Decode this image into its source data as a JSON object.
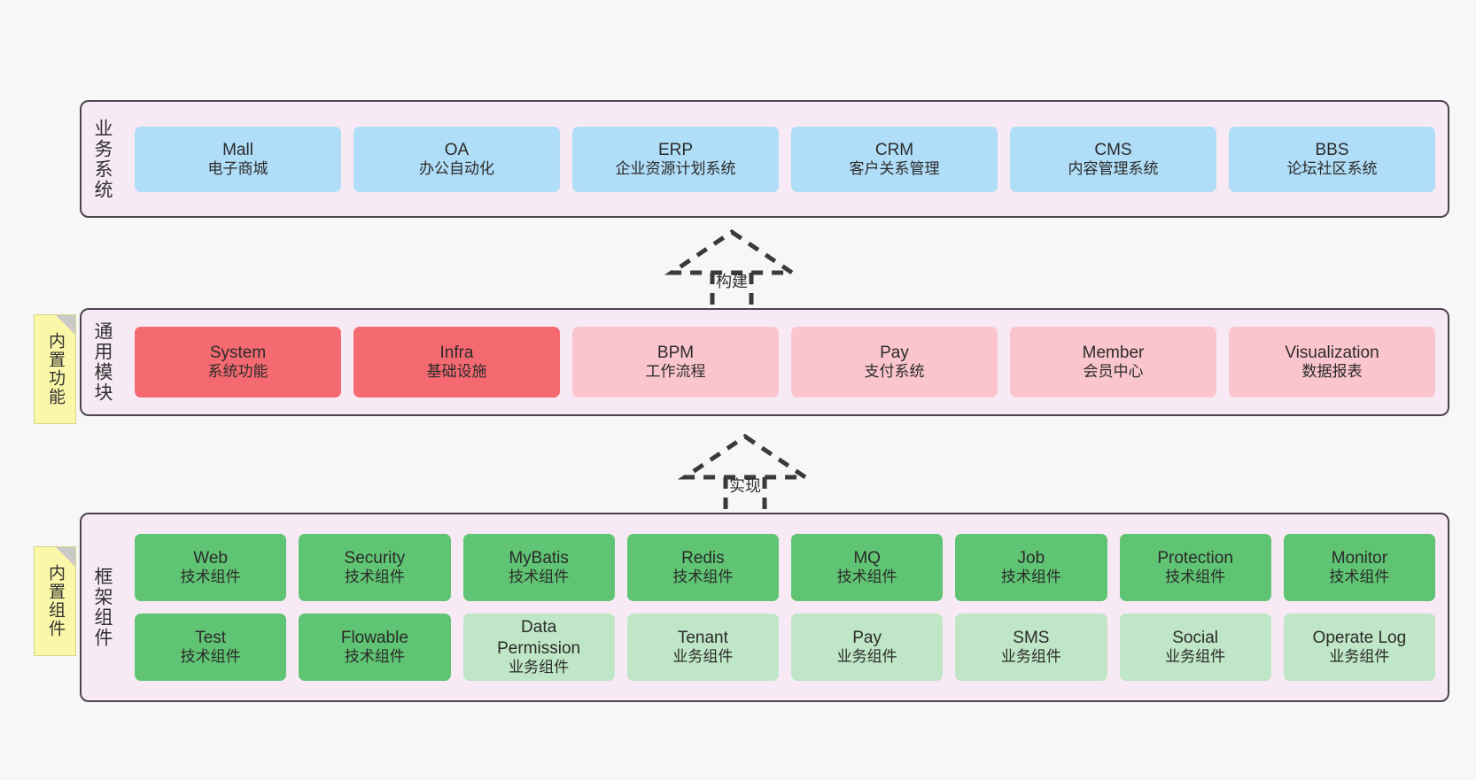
{
  "diagram": {
    "title": "Layered system architecture",
    "background": "#f7f7f7",
    "colors": {
      "layer_bg": "#f8eaf4",
      "layer_border": "#4d4450",
      "blue": "#b0ddf7",
      "red": "#f46a70",
      "pink_light": "#fbc5cd",
      "green": "#5fc473",
      "green_light": "#bfe6c6",
      "note_yellow": "#fbf7a8",
      "note_fold": "#c9c9c9"
    }
  },
  "layers": [
    {
      "id": "business",
      "title": "业务系统",
      "rows": [
        {
          "cards": [
            {
              "en": "Mall",
              "cn": "电子商城",
              "style": "c-blue"
            },
            {
              "en": "OA",
              "cn": "办公自动化",
              "style": "c-blue"
            },
            {
              "en": "ERP",
              "cn": "企业资源计划系统",
              "style": "c-blue"
            },
            {
              "en": "CRM",
              "cn": "客户关系管理",
              "style": "c-blue"
            },
            {
              "en": "CMS",
              "cn": "内容管理系统",
              "style": "c-blue"
            },
            {
              "en": "BBS",
              "cn": "论坛社区系统",
              "style": "c-blue"
            }
          ]
        }
      ]
    },
    {
      "id": "common",
      "title": "通用模块",
      "note": "内置功能",
      "rows": [
        {
          "cards": [
            {
              "en": "System",
              "cn": "系统功能",
              "style": "c-red"
            },
            {
              "en": "Infra",
              "cn": "基础设施",
              "style": "c-red"
            },
            {
              "en": "BPM",
              "cn": "工作流程",
              "style": "c-pinklight"
            },
            {
              "en": "Pay",
              "cn": "支付系统",
              "style": "c-pinklight"
            },
            {
              "en": "Member",
              "cn": "会员中心",
              "style": "c-pinklight"
            },
            {
              "en": "Visualization",
              "cn": "数据报表",
              "style": "c-pinklight"
            }
          ]
        }
      ]
    },
    {
      "id": "framework",
      "title": "框架组件",
      "note": "内置组件",
      "rows": [
        {
          "cards": [
            {
              "en": "Web",
              "cn": "技术组件",
              "style": "c-green"
            },
            {
              "en": "Security",
              "cn": "技术组件",
              "style": "c-green"
            },
            {
              "en": "MyBatis",
              "cn": "技术组件",
              "style": "c-green"
            },
            {
              "en": "Redis",
              "cn": "技术组件",
              "style": "c-green"
            },
            {
              "en": "MQ",
              "cn": "技术组件",
              "style": "c-green"
            },
            {
              "en": "Job",
              "cn": "技术组件",
              "style": "c-green"
            },
            {
              "en": "Protection",
              "cn": "技术组件",
              "style": "c-green"
            },
            {
              "en": "Monitor",
              "cn": "技术组件",
              "style": "c-green"
            }
          ]
        },
        {
          "cards": [
            {
              "en": "Test",
              "cn": "技术组件",
              "style": "c-green"
            },
            {
              "en": "Flowable",
              "cn": "技术组件",
              "style": "c-green"
            },
            {
              "en": "Data Permission",
              "cn": "业务组件",
              "style": "c-greenlight"
            },
            {
              "en": "Tenant",
              "cn": "业务组件",
              "style": "c-greenlight"
            },
            {
              "en": "Pay",
              "cn": "业务组件",
              "style": "c-greenlight"
            },
            {
              "en": "SMS",
              "cn": "业务组件",
              "style": "c-greenlight"
            },
            {
              "en": "Social",
              "cn": "业务组件",
              "style": "c-greenlight"
            },
            {
              "en": "Operate Log",
              "cn": "业务组件",
              "style": "c-greenlight"
            }
          ]
        }
      ]
    }
  ],
  "connectors": [
    {
      "id": "build",
      "label": "构建",
      "from": "common",
      "to": "business"
    },
    {
      "id": "implement",
      "label": "实现",
      "from": "framework",
      "to": "common"
    }
  ]
}
